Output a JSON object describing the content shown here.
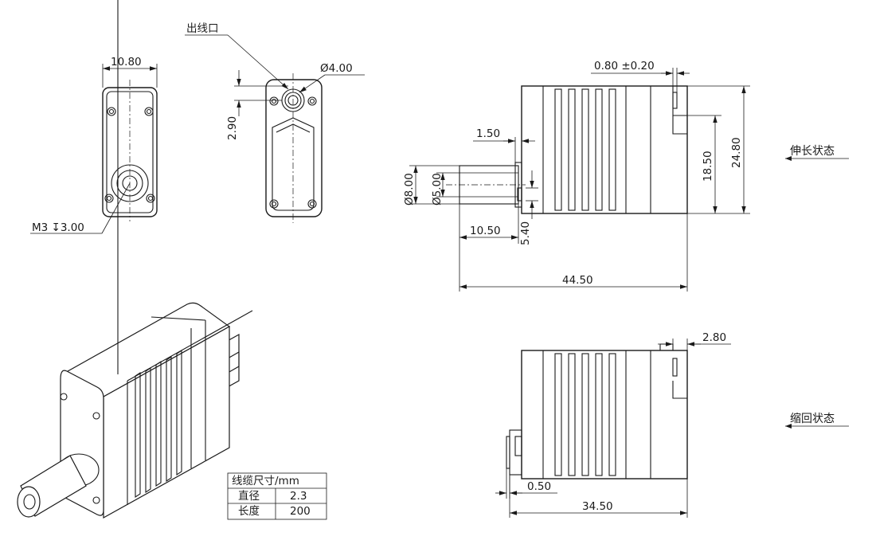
{
  "labels": {
    "cable_outlet": "出线口",
    "width": "10.80",
    "outlet_diameter": "Ø4.00",
    "outlet_offset": "2.90",
    "mount_hole": "M3 ↧3.00",
    "lip_thickness": "0.80 ±0.20",
    "shoulder_length": "1.50",
    "shaft_outer_dia": "Ø8.00",
    "shaft_inner_dia": "Ø5.00",
    "shaft_extension": "10.50",
    "shaft_offset": "5.40",
    "total_length_extended": "44.50",
    "body_height_a": "18.50",
    "body_height_b": "24.80",
    "extended_state": "伸长状态",
    "step_width": "2.80",
    "retracted_protrusion": "0.50",
    "total_length_retracted": "34.50",
    "retracted_state": "缩回状态"
  },
  "cable_table": {
    "title": "线缆尺寸/mm",
    "rows": [
      {
        "name": "直径",
        "value": "2.3"
      },
      {
        "name": "长度",
        "value": "200"
      }
    ]
  }
}
